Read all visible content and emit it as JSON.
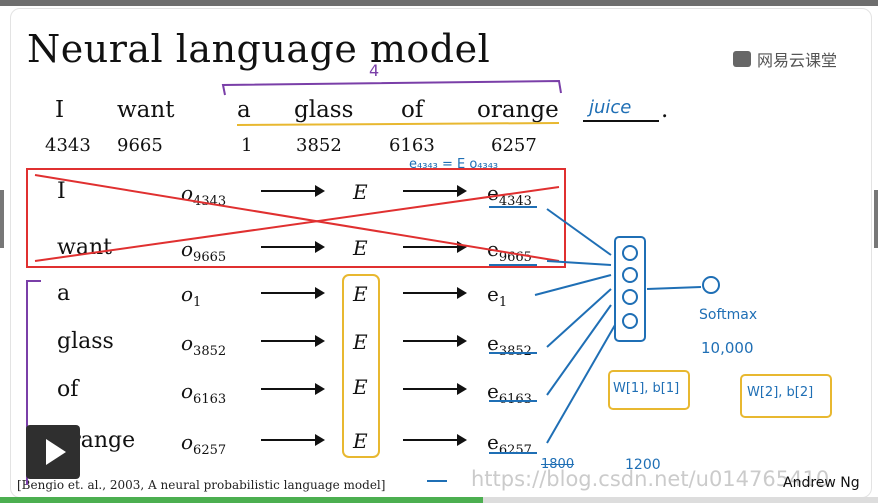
{
  "slide": {
    "title": "Neural language model",
    "logo_text": "网易云课堂",
    "sentence": [
      {
        "word": "I",
        "id": "4343"
      },
      {
        "word": "want",
        "id": "9665"
      },
      {
        "word": "a",
        "id": "1"
      },
      {
        "word": "glass",
        "id": "3852"
      },
      {
        "word": "of",
        "id": "6163"
      },
      {
        "word": "orange",
        "id": "6257"
      }
    ],
    "target_word": "juice",
    "period": ".",
    "bracket_count": "4",
    "rows": [
      {
        "word": "I",
        "o_sub": "4343",
        "e_sub": "4343"
      },
      {
        "word": "want",
        "o_sub": "9665",
        "e_sub": "9665"
      },
      {
        "word": "a",
        "o_sub": "1",
        "e_sub": "1"
      },
      {
        "word": "glass",
        "o_sub": "3852",
        "e_sub": "3852"
      },
      {
        "word": "of",
        "o_sub": "6163",
        "e_sub": "6163"
      },
      {
        "word": "orange",
        "o_sub": "6257",
        "e_sub": "6257"
      }
    ],
    "o_symbol": "o",
    "e_symbol": "e",
    "E_symbol": "E",
    "annotation_eq": "e₄₃₄₃ = E o₄₃₄₃",
    "softmax_label": "Softmax",
    "softmax_size": "10,000",
    "params_hidden": "W[1], b[1]",
    "params_out": "W[2], b[2]",
    "dim_struck": "1800",
    "dim_new": "1200",
    "citation": "[Bengio et. al., 2003, A neural probabilistic language model]",
    "author": "Andrew Ng",
    "watermark": "https://blog.csdn.net/u014765410"
  },
  "player": {
    "play_icon": "play-icon",
    "progress": 0.55,
    "progress_color": "#4caf50"
  },
  "colors": {
    "ink_blue": "#1f6fb5",
    "ink_red": "#e03030",
    "ink_yellow": "#e8b830",
    "ink_purple": "#7a3fa8"
  }
}
